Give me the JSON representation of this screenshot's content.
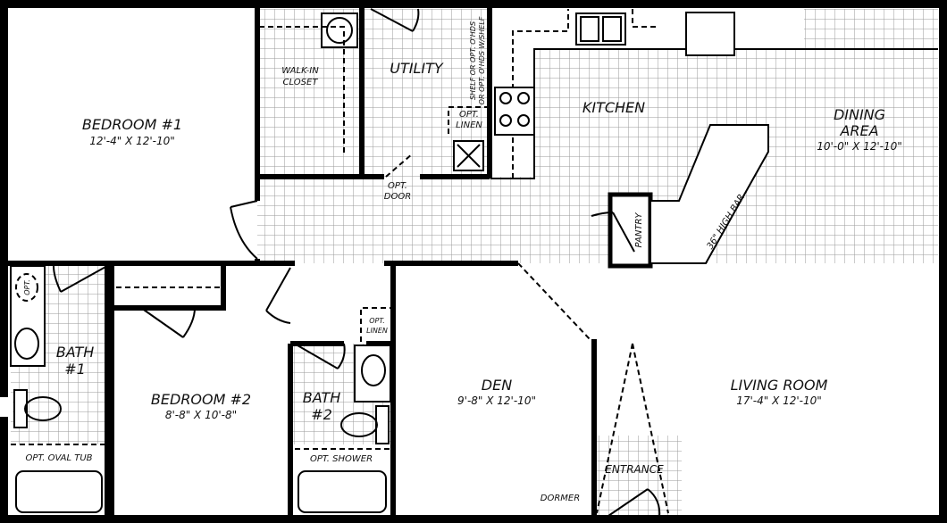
{
  "rooms": {
    "bedroom1": {
      "name": "BEDROOM #1",
      "size": "12'-4\" X 12'-10\""
    },
    "walkin": {
      "line1": "WALK-IN",
      "line2": "CLOSET"
    },
    "utility": {
      "name": "UTILITY"
    },
    "shelf": {
      "line1": "SHELF OR OPT. O'HDS",
      "line2": "OR OPT. O'HDS W/SHELF"
    },
    "linen1": {
      "line1": "OPT.",
      "line2": "LINEN"
    },
    "kitchen": {
      "name": "KITCHEN"
    },
    "dining": {
      "line1": "DINING",
      "line2": "AREA",
      "size": "10'-0\" X 12'-10\""
    },
    "optdoor": {
      "line1": "OPT.",
      "line2": "DOOR"
    },
    "pantry": {
      "name": "PANTRY"
    },
    "bar": {
      "name": "36\" HIGH BAR"
    },
    "bath1": {
      "line1": "BATH",
      "line2": "#1",
      "tub": "OPT. OVAL TUB",
      "opt": "OPT."
    },
    "bedroom2": {
      "name": "BEDROOM #2",
      "size": "8'-8\" X 10'-8\""
    },
    "linen2": {
      "line1": "OPT.",
      "line2": "LINEN"
    },
    "bath2": {
      "line1": "BATH",
      "line2": "#2",
      "shower": "OPT. SHOWER"
    },
    "den": {
      "name": "DEN",
      "size": "9'-8\" X 12'-10\""
    },
    "living": {
      "name": "LIVING ROOM",
      "size": "17'-4\" X 12'-10\""
    },
    "entrance": {
      "name": "ENTRANCE"
    },
    "dormer": {
      "name": "DORMER"
    }
  },
  "colors": {
    "wall": "#000000",
    "grid": "#9a9a9a",
    "floor": "#ffffff"
  }
}
